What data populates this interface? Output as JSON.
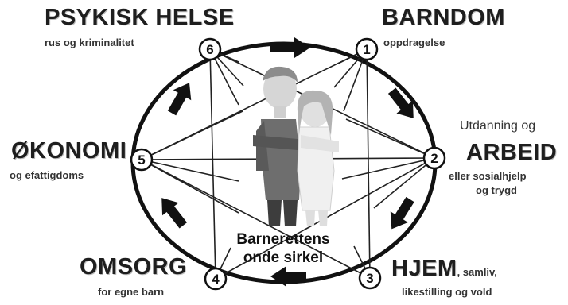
{
  "nodes": [
    {
      "id": "1",
      "title": "BARNDOM",
      "subtitle": "oppdragelse"
    },
    {
      "id": "2",
      "pre": "Utdanning og",
      "title": "ARBEID",
      "subtitle": "eller sosialhjelp",
      "subtitle2": "og trygd"
    },
    {
      "id": "3",
      "title": "HJEM",
      "title_suffix": ", samliv,",
      "subtitle": "likestilling og vold"
    },
    {
      "id": "4",
      "title": "OMSORG",
      "subtitle": "for egne barn"
    },
    {
      "id": "5",
      "title": "ØKONOMI",
      "subtitle": "og efattigdoms"
    },
    {
      "id": "6",
      "title": "PSYKISK HELSE",
      "subtitle": "rus og kriminalitet"
    }
  ],
  "center_caption": {
    "line1": "Barnerettens",
    "line2": "onde sirkel"
  },
  "colors": {
    "circle": "#111111",
    "arrow": "#111111",
    "text": "#2a2a2a"
  }
}
